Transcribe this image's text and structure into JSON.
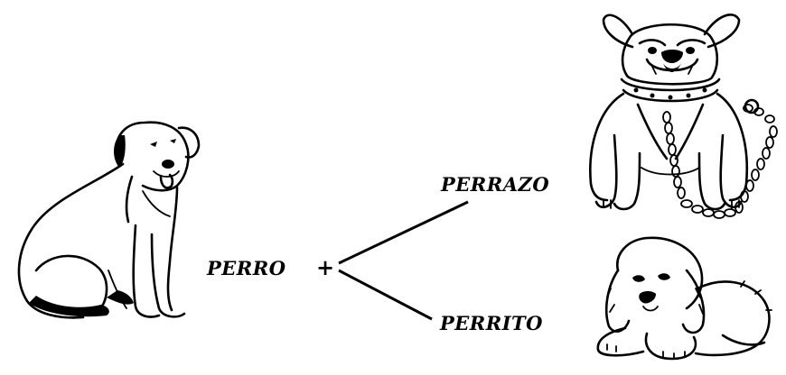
{
  "words": {
    "base": "PERRO",
    "operator": "+",
    "augmentative": "PERRAZO",
    "diminutive": "PERRITO"
  },
  "illustrations": {
    "base": "sitting-dog-icon",
    "augmentative": "chained-bulldog-icon",
    "diminutive": "lying-puppy-icon"
  },
  "colors": {
    "ink": "#000000",
    "background": "#ffffff"
  }
}
